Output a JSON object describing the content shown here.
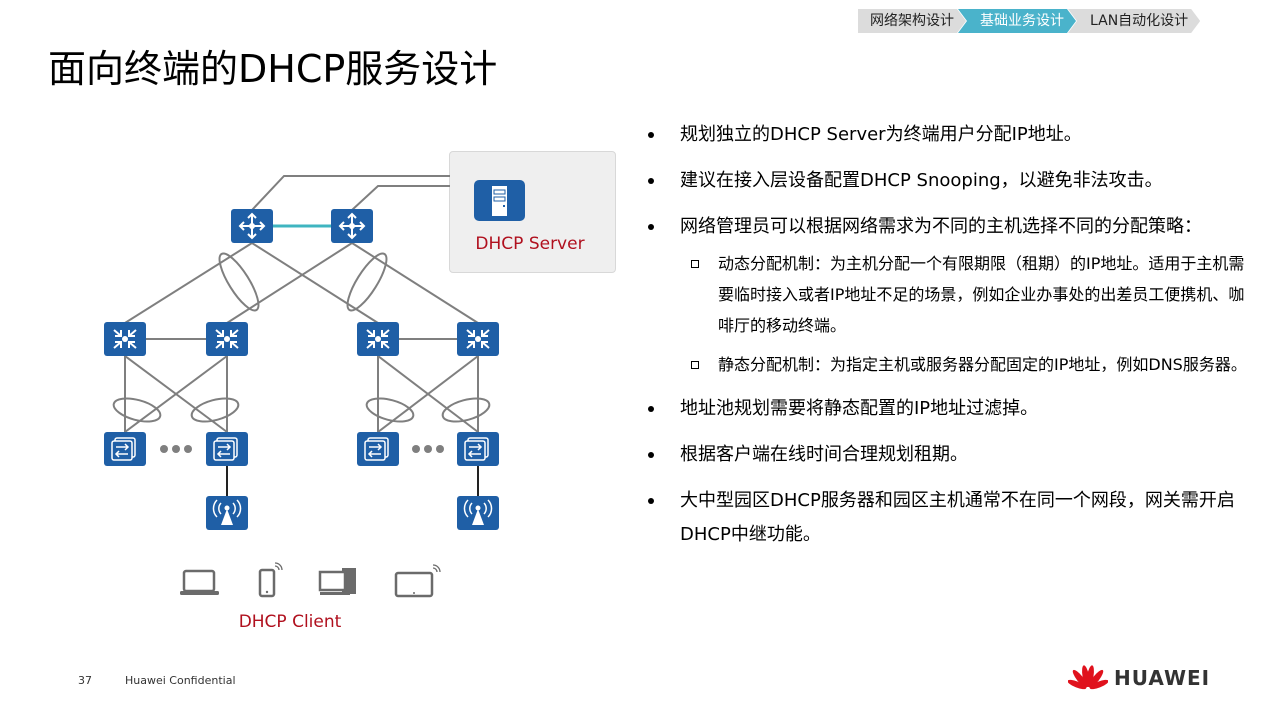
{
  "breadcrumb": [
    {
      "label": "网络架构设计",
      "active": false
    },
    {
      "label": "基础业务设计",
      "active": true
    },
    {
      "label": "LAN自动化设计",
      "active": false
    }
  ],
  "title": "面向终端的DHCP服务设计",
  "diagram": {
    "server_label": "DHCP Server",
    "client_label": "DHCP Client",
    "ellipsis": "•••",
    "colors": {
      "device_blue": "#1f5fa6",
      "stack_link": "#3fb5c0",
      "link_gray": "#7f7f7f",
      "label_red": "#b0101e"
    },
    "clients": [
      "laptop-icon",
      "phone-icon",
      "desktop-icon",
      "tablet-icon"
    ]
  },
  "bullets": [
    {
      "level": 1,
      "text": "规划独立的DHCP Server为终端用户分配IP地址。"
    },
    {
      "level": 1,
      "text": "建议在接入层设备配置DHCP Snooping，以避免非法攻击。"
    },
    {
      "level": 1,
      "text": "网络管理员可以根据网络需求为不同的主机选择不同的分配策略："
    },
    {
      "level": 2,
      "text": "动态分配机制：为主机分配一个有限期限（租期）的IP地址。适用于主机需要临时接入或者IP地址不足的场景，例如企业办事处的出差员工便携机、咖啡厅的移动终端。"
    },
    {
      "level": 2,
      "text": "静态分配机制：为指定主机或服务器分配固定的IP地址，例如DNS服务器。"
    },
    {
      "level": 1,
      "text": "地址池规划需要将静态配置的IP地址过滤掉。"
    },
    {
      "level": 1,
      "text": "根据客户端在线时间合理规划租期。"
    },
    {
      "level": 1,
      "text": "大中型园区DHCP服务器和园区主机通常不在同一个网段，网关需开启DHCP中继功能。"
    }
  ],
  "footer": {
    "page_number": "37",
    "confidential": "Huawei Confidential",
    "brand": "HUAWEI"
  }
}
